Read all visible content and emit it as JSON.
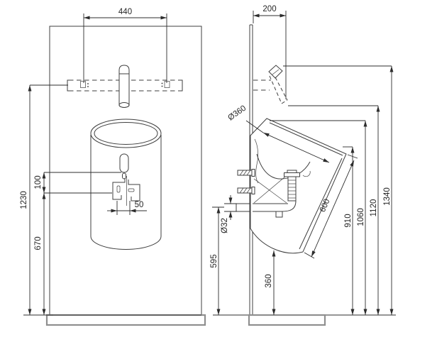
{
  "drawing": {
    "type": "basin installation technical drawing",
    "colors": {
      "line": "#3f3f3f",
      "dimension": "#2c2c2c",
      "slab_outline": "#8f8f8f",
      "text": "#262626",
      "background": "#ffffff"
    },
    "views": {
      "front": {
        "label": "front-view",
        "dimensions": {
          "faucet_hole_spacing": "440",
          "mounting_height": "1230",
          "hole_offset": "100",
          "basin_bottom_height": "670",
          "drain_offset": "50"
        }
      },
      "side": {
        "label": "side-view",
        "dimensions": {
          "spout_projection": "200",
          "basin_diameter": "Ø360",
          "drain_pipe_diameter": "Ø32",
          "drain_height": "595",
          "basin_bottom_clearance": "360",
          "basin_length": "600",
          "rim_front_height": "910",
          "rim_back_height": "1060",
          "spout_outlet_height": "1120",
          "faucet_top_height": "1340"
        }
      }
    }
  }
}
